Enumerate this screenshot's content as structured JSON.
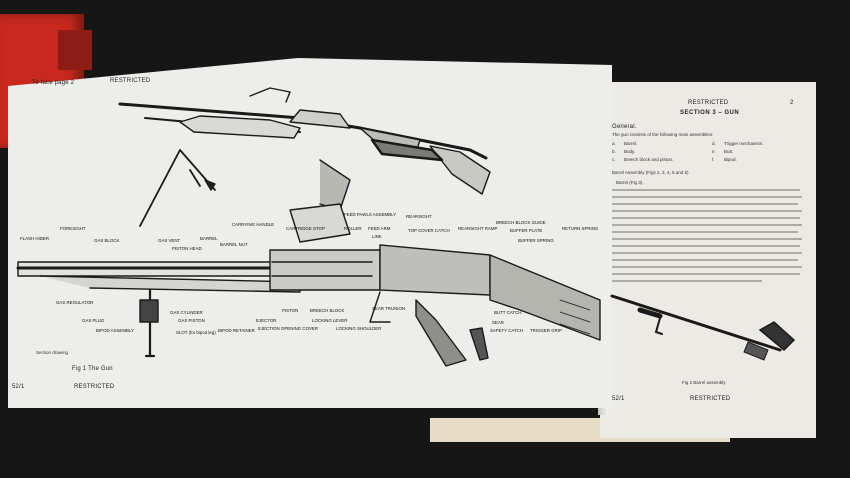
{
  "left_page": {
    "top_left": "To face page 2",
    "top_center": "RESTRICTED",
    "fig_caption": "Fig 1  The Gun",
    "page_number": "52/1",
    "bottom_center": "RESTRICTED",
    "credit": "Section drawing",
    "callouts": [
      "FLASH HIDER",
      "FORESIGHT",
      "GAS BLOCK",
      "GAS VENT",
      "PISTON HEAD",
      "BARREL",
      "BARREL NUT",
      "CARRYING HANDLE",
      "CARTRIDGE STOP",
      "FEED PAWLS ASSEMBLY",
      "ROLLER",
      "FEED ARM",
      "LINK",
      "REARSIGHT",
      "TOP COVER CATCH",
      "REARSIGHT RAMP",
      "BREECH BLOCK GUIDE",
      "BUFFER PLATE",
      "BUFFER SPRING",
      "RETURN SPRING",
      "GAS REGULATOR",
      "GAS PLUG",
      "BIPOD ASSEMBLY",
      "GAS CYLINDER",
      "GAS PISTON",
      "SLOT (for bipod leg)",
      "BIPOD RETAINER",
      "EJECTOR",
      "EJECTION OPENING COVER",
      "PISTON",
      "BREECH BLOCK",
      "LOCKING LEVER",
      "LOCKING SHOULDER",
      "SEAR TRUNION",
      "BUTT CATCH",
      "SEAR",
      "SAFETY CATCH",
      "TRIGGER GRIP"
    ]
  },
  "right_page": {
    "top_center": "RESTRICTED",
    "page_number": "2",
    "section_title": "SECTION 3 – GUN",
    "general_heading": "General.",
    "intro": "The gun consists of the following main assemblies:",
    "list": [
      {
        "n": "a.",
        "t": "Barrel."
      },
      {
        "n": "b.",
        "t": "Body."
      },
      {
        "n": "c.",
        "t": "Breech block and piston."
      },
      {
        "n": "d.",
        "t": "Trigger mechanism."
      },
      {
        "n": "e.",
        "t": "Butt."
      },
      {
        "n": "f.",
        "t": "Bipod."
      }
    ],
    "subheading": "Barrel Assembly (Figs 2, 3, 4, 5 and 6)",
    "para_title": "Barrel (Fig 3).",
    "fig_caption": "Fig 2  Barrel assembly",
    "bottom_center": "RESTRICTED",
    "page_number_bottom": "52/1"
  }
}
